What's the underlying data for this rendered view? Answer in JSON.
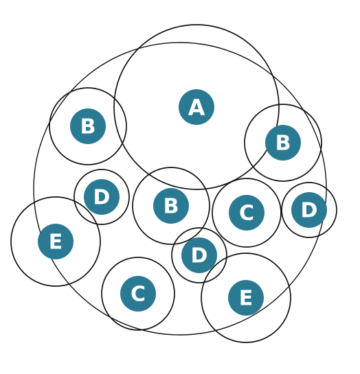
{
  "accent_color": "#2a7a93",
  "text_color": "#ffffff",
  "outer_circle_label": "",
  "circles": [
    {
      "label": "A"
    },
    {
      "label": "B"
    },
    {
      "label": "B"
    },
    {
      "label": "D"
    },
    {
      "label": "B"
    },
    {
      "label": "C"
    },
    {
      "label": "D"
    },
    {
      "label": "E"
    },
    {
      "label": "D"
    },
    {
      "label": "C"
    },
    {
      "label": "E"
    }
  ]
}
